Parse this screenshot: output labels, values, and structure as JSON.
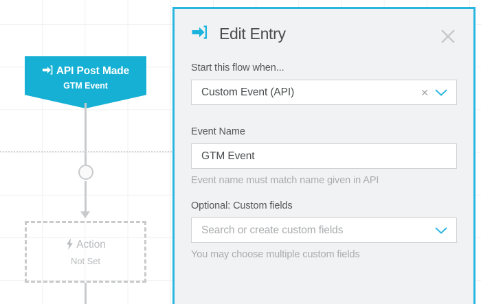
{
  "canvas": {
    "trigger_node": {
      "icon": "sign-in-arrow-icon",
      "title": "API Post Made",
      "subtitle": "GTM Event",
      "color": "#16b0d4"
    },
    "action_node": {
      "icon": "lightning-bolt-icon",
      "title": "Action",
      "subtitle": "Not Set"
    }
  },
  "panel": {
    "icon": "sign-in-arrow-icon",
    "title": "Edit Entry",
    "close_icon": "close-icon",
    "accent_color": "#29b6e0",
    "fields": [
      {
        "label": "Start this flow when...",
        "value": "Custom Event (API)",
        "placeholder": "",
        "clear_icon": "clear-x-icon",
        "chevron_icon": "chevron-down-icon",
        "helper": ""
      },
      {
        "label": "Event Name",
        "value": "GTM Event",
        "placeholder": "",
        "helper": "Event name must match name given in API"
      },
      {
        "label": "Optional: Custom fields",
        "value": "",
        "placeholder": "Search or create custom fields",
        "chevron_icon": "chevron-down-icon",
        "helper": "You may choose multiple custom fields"
      }
    ]
  }
}
